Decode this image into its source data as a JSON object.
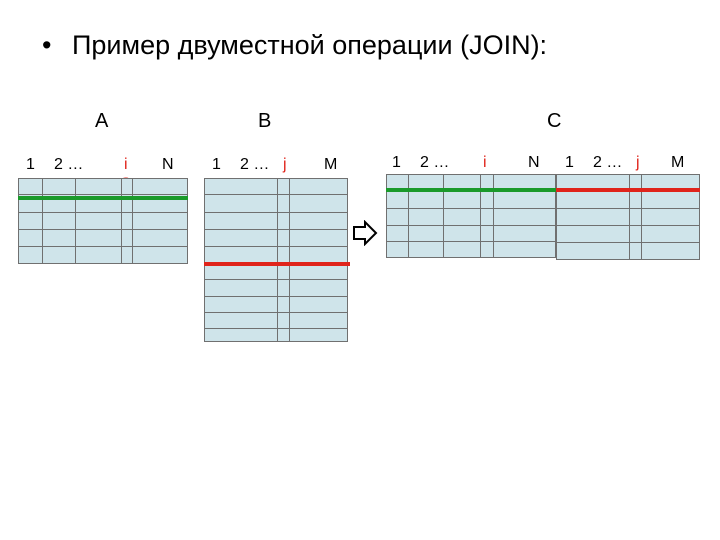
{
  "slide": {
    "bullet": "•",
    "title": "Пример двуместной операции (JOIN):"
  },
  "tables": {
    "a": {
      "name": "A",
      "cols": [
        "1",
        "2 …",
        "i",
        "N"
      ],
      "marker": "@"
    },
    "b": {
      "name": "B",
      "cols": [
        "1",
        "2 …",
        "j",
        "M"
      ],
      "marker": "@"
    },
    "c": {
      "name": "C",
      "cols": [
        "1",
        "2 …",
        "i",
        "N",
        "1",
        "2 …",
        "j",
        "M"
      ],
      "markers": [
        "@",
        "@"
      ]
    }
  },
  "colors": {
    "grid": "#cfe4ea",
    "green": "#1a9a2a",
    "red": "#e0241b"
  },
  "arrow_icon": "right-arrow-icon"
}
